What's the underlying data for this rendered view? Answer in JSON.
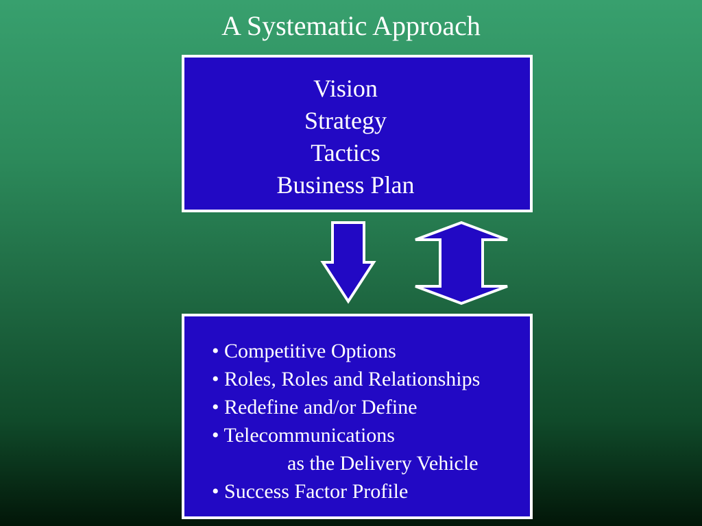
{
  "slide": {
    "title": "A Systematic Approach"
  },
  "top_box": {
    "lines": [
      "Vision",
      "Strategy",
      "Tactics",
      "Business Plan"
    ]
  },
  "bottom_box": {
    "items": [
      {
        "text": "• Competitive Options"
      },
      {
        "text": "• Roles, Roles and Relationships"
      },
      {
        "text": "• Redefine and/or Define"
      },
      {
        "text": "• Telecommunications"
      },
      {
        "text": "as the Delivery Vehicle"
      },
      {
        "text": "• Success Factor Profile"
      }
    ]
  },
  "colors": {
    "box_fill": "#2209c4",
    "box_border": "#ffffff",
    "background_top": "#38a06e",
    "background_bottom": "#021608"
  },
  "icons": [
    "down-arrow-icon",
    "double-headed-arrow-icon"
  ]
}
